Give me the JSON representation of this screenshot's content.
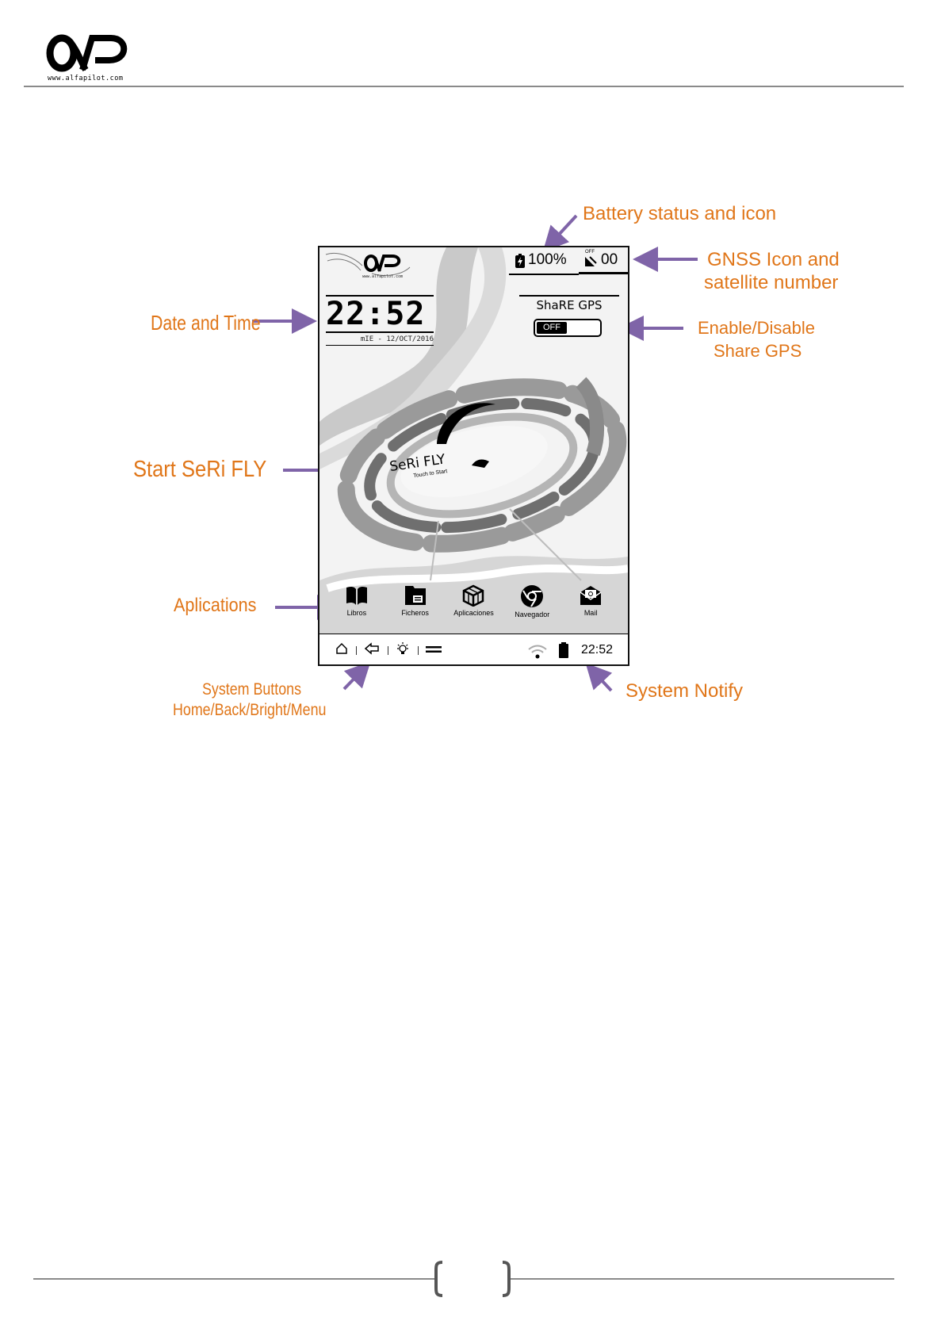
{
  "header": {
    "logo_url": "www.alfapilot.com"
  },
  "callouts": {
    "battery": "Battery status and icon",
    "gnss_line1": "GNSS Icon and",
    "gnss_line2": "satellite number",
    "date_time": "Date and Time",
    "share_line1": "Enable/Disable",
    "share_line2": "Share GPS",
    "start": "Start SeRi FLY",
    "apps": "Aplications",
    "sysbtn_line1": "System Buttons",
    "sysbtn_line2": "Home/Back/Bright/Menu",
    "notify": "System Notify"
  },
  "device": {
    "logo_url": "www.alfapilot.com",
    "battery": "100%",
    "gnss_state": "OFF",
    "satellites": "00",
    "clock_time": "22:52",
    "clock_date": "mIE - 12/OCT/2016",
    "share_label": "ShaRE GPS",
    "share_toggle": "OFF",
    "seri_title": "SeRi FLY",
    "seri_sub": "Touch to Start",
    "apps": [
      {
        "label": "Libros",
        "icon": "book-icon"
      },
      {
        "label": "Ficheros",
        "icon": "folder-icon"
      },
      {
        "label": "Aplicaciones",
        "icon": "apps-cube-icon"
      },
      {
        "label": "Navegador",
        "icon": "browser-icon"
      },
      {
        "label": "Mail",
        "icon": "mail-icon"
      }
    ],
    "nav_time": "22:52"
  },
  "colors": {
    "callout": "#e07619",
    "arrow": "#7f64a8"
  }
}
